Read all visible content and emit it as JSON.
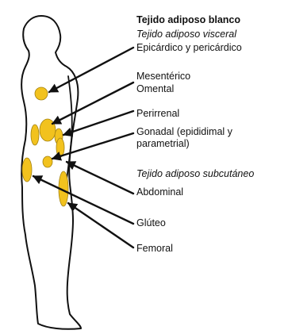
{
  "diagram": {
    "title": "Tejido adiposo blanco",
    "visceral_heading": "Tejido adiposo visceral",
    "subcutaneous_heading": "Tejido adiposo subcutáneo",
    "depots": [
      {
        "label": "Epicárdico y pericárdico",
        "color": "#f2c21e"
      },
      {
        "label": "Mesentérico",
        "color": "#f2c21e"
      },
      {
        "label": "Omental",
        "color": "#f2c21e"
      },
      {
        "label": "Perirrenal",
        "color": "#f2c21e"
      },
      {
        "label": "Gonadal (epididimal y\nparametrial)",
        "color": "#f2c21e"
      },
      {
        "label": "Abdominal",
        "color": "#f2c21e"
      },
      {
        "label": "Glúteo",
        "color": "#f2c21e"
      },
      {
        "label": "Femoral",
        "color": "#f2c21e"
      }
    ],
    "fat_color": "#f2c21e",
    "outline_color": "#111111"
  }
}
